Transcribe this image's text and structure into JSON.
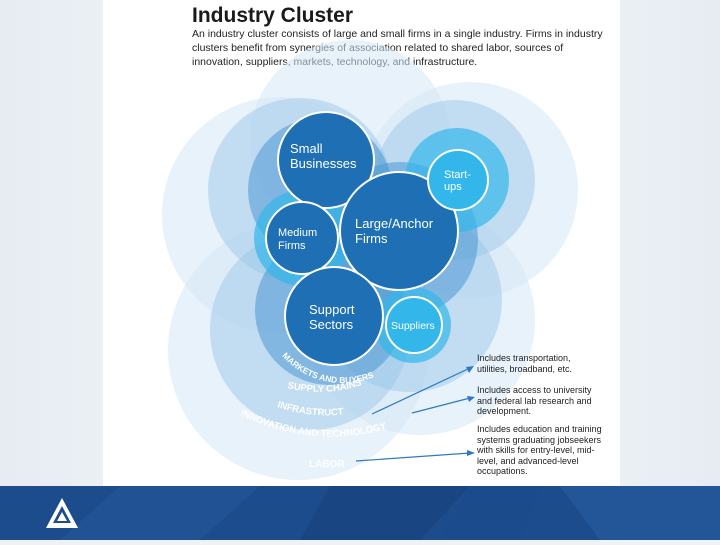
{
  "header": {
    "title": "Industry Cluster",
    "intro": "An industry cluster consists of large and small firms in a single industry. Firms in industry clusters benefit from synergies of association related to shared labor, sources of innovation, suppliers, markets, technology, and infrastructure."
  },
  "diagram": {
    "nodes": {
      "small_line1": "Small",
      "small_line2": "Businesses",
      "startups_line1": "Start-",
      "startups_line2": "ups",
      "medium_line1": "Medium",
      "medium_line2": "Firms",
      "large_line1": "Large/Anchor",
      "large_line2": "Firms",
      "support_line1": "Support",
      "support_line2": "Sectors",
      "suppliers": "Suppliers"
    },
    "rings": {
      "markets": "MARKETS AND BUYERS",
      "supply": "SUPPLY CHAINS",
      "infrastructure": "INFRASTRUCTURE",
      "innovation": "INNOVATION AND TECHNOLOGY",
      "labor": "LABOR"
    },
    "colors": {
      "ring_light": "#cfe2f2",
      "ring_mid": "#5fa3d6",
      "core_dark": "#1f6fb4",
      "accent_cyan": "#33b6ea"
    }
  },
  "annotations": {
    "infrastructure": "Includes transportation, utilities, broadband, etc.",
    "innovation": "Includes access to university and federal lab research and development.",
    "labor": "Includes education and training systems graduating jobseekers with skills for entry-level, mid-level, and advanced-level occupations."
  }
}
